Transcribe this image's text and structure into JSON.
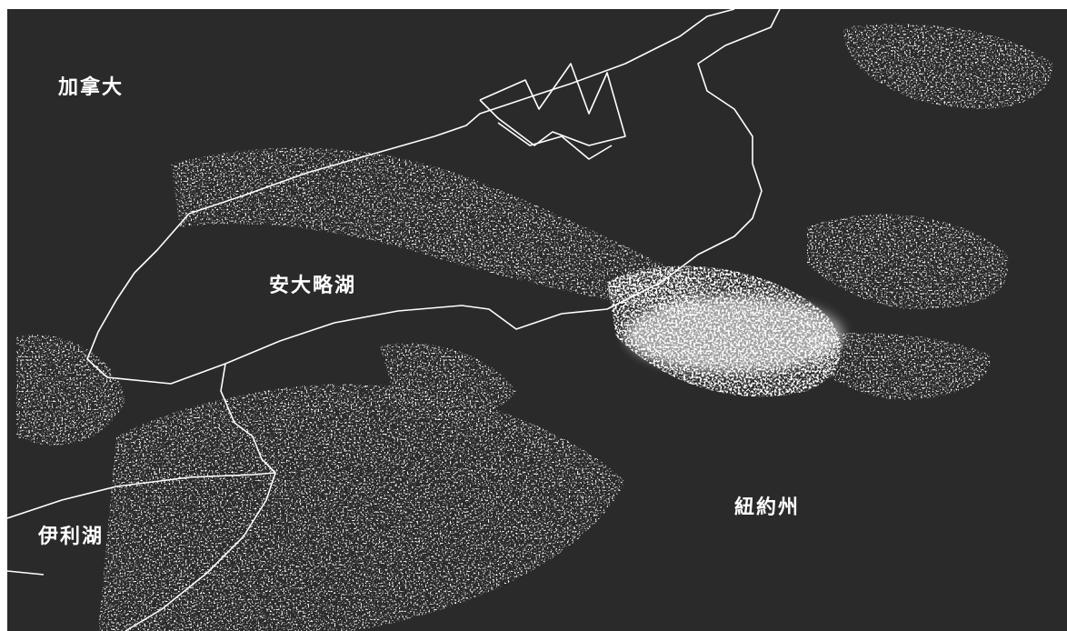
{
  "map": {
    "labels": {
      "canada": "加拿大",
      "lake_ontario": "安大略湖",
      "new_york": "紐約州",
      "lake_erie": "伊利湖"
    },
    "colors": {
      "background": "#2a2a2a",
      "boundary": "#ffffff",
      "snow_bright": "#ffffff",
      "snow_dim": "#bdbdbd"
    }
  }
}
